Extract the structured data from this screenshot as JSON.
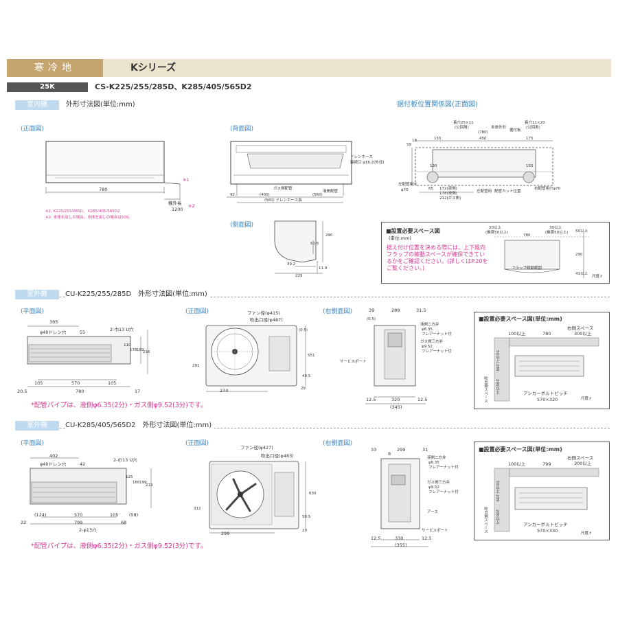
{
  "header": {
    "category_label": "寒冷地",
    "series_label": "Kシリーズ",
    "model_tag": "25K",
    "model_name": "CS-K225/255/285D、K285/405/565D2"
  },
  "indoor": {
    "tag": "室内機",
    "title": "外形寸法図(単位:mm)",
    "bracket_title": "据付板位置関係図(正面図)",
    "front": {
      "label": "(正面図)",
      "width": "780",
      "mark1": "※1",
      "mark2": "※2",
      "cord_label": "機外長",
      "cord_length": "1200",
      "footnote1": "※1: K225/255/285D、 K285/405/565D2",
      "footnote2": "※2: 本体右出しの場合。本体左出しの場合は500。"
    },
    "back": {
      "label": "(背面図)",
      "drain_hose": "ドレンホース",
      "drain_port": "接続口 φ16.2(外径)",
      "gas_pipe": "ガス側配管",
      "liquid_pipe": "液側配管",
      "drain_length": "(580) ドレンホース長",
      "dim_92": "92",
      "dim_400": "(400)",
      "dim_560": "(560)"
    },
    "side": {
      "label": "(側面図)",
      "dim_290": "290",
      "dim_51_6": "51.6",
      "dim_49_2": "49.2",
      "dim_11_9": "11.9",
      "dim_229": "229"
    },
    "bracket": {
      "hole_left": "長穴25×11",
      "hole_left_note": "(公回用)",
      "dim_780_paren": "(780)",
      "body_outline": "本体外形",
      "mount_plate": "据付板",
      "hole_right": "長穴11×20",
      "hole_right_note": "(公回用)",
      "dim_155_l": "155",
      "dim_450": "450",
      "dim_175": "175",
      "dim_59": "59",
      "dim_18": "18",
      "dim_130": "130",
      "dim_155_r": "155",
      "left_pipe_hole": "左配管用穴",
      "left_pipe_phi": "φ70",
      "dim_65": "65",
      "dim_172": "172(液側)",
      "dim_178": "178(液側)",
      "dim_212": "212(ガス側)",
      "left_pipe_label": "左配管用",
      "cut_position": "配管カット位置",
      "right_pipe_hole": "右配管用穴φ70"
    },
    "space": {
      "title": "■設置必要スペース図",
      "unit": "(単位:mm)",
      "note": "据え付け位置を決める際には、上下風向フラップの稼動スペースが確保できているかをご確認ください。(詳しくはP.20をご覧ください。)",
      "left_gap": "20以上",
      "left_gap_note": "(推奨50以上)",
      "width": "780",
      "right_gap": "30以上",
      "right_gap_note": "(推奨50以上)",
      "top_gap": "50以上",
      "height": "290",
      "bottom_gap": "41以上",
      "flap_range": "フラップ稼動範囲",
      "scale": "尺度:f"
    }
  },
  "outdoor1": {
    "tag": "室外機",
    "title": "CU-K225/255/285D　外形寸法図(単位:mm)",
    "plan": {
      "label": "(平面図)",
      "dim_395": "395",
      "drain_hole": "φ40ドレン穴",
      "dim_55": "55",
      "u_holes": "2-巾13 U穴",
      "dim_110": "110",
      "dim_178": "178",
      "dim_189": "189",
      "dim_216": "216",
      "dim_105_l": "105",
      "dim_570": "570",
      "dim_105_r": "105",
      "dim_20_5": "20.5",
      "dim_780": "780",
      "dim_17": "17"
    },
    "front": {
      "label": "(正面図)",
      "fan_dia": "ファン径(φ415)",
      "outlet_dia": "吹出口径(φ487)",
      "dim_0_5": "(0.5)",
      "dim_551": "551",
      "dim_291": "291",
      "dim_274": "274",
      "dim_29": "29",
      "dim_49_5": "49.5"
    },
    "right": {
      "label": "(右側面図)",
      "dim_39": "39",
      "dim_289": "289",
      "dim_31_5": "31.5",
      "dim_0_5": "(0.5)",
      "liquid_valve": "液側二方弁",
      "liquid_size": "φ6.35",
      "flare_nut1": "フレアーナット付",
      "gas_valve": "ガス側三方弁",
      "gas_size": "φ9.52",
      "flare_nut2": "フレアーナット付",
      "service_port": "サービスポート",
      "dim_12_5_l": "12.5",
      "dim_320": "320",
      "dim_12_5_r": "12.5",
      "dim_345": "(345)"
    },
    "space": {
      "title": "■設置必要スペース図(単位:mm)",
      "right_space": "右側スペース",
      "right_gap": "300以上",
      "left_gap": "100以上",
      "width": "780",
      "top_gap": "50以上",
      "depth": "289",
      "front_gap": "200以上",
      "outlet_space": "吹出側スペース",
      "anchor": "アンカーボルトピッチ",
      "anchor_pitch": "570×320",
      "scale": "尺度:f"
    },
    "note": "*配管パイプは、液側φ6.35(2分)・ガス側φ9.52(3分)です。"
  },
  "outdoor2": {
    "tag": "室外機",
    "title": "CU-K285/405/565D2　外形寸法図(単位:mm)",
    "plan": {
      "label": "(平面図)",
      "dim_402": "402",
      "drain_hole": "φ40ドレン穴",
      "dim_42": "42",
      "u_holes": "2-巾13 U穴",
      "dim_125": "125",
      "dim_166": "166",
      "dim_199": "199",
      "dim_219": "219",
      "dim_124": "(124)",
      "dim_570": "570",
      "dim_105": "105",
      "dim_58": "(58)",
      "dim_22": "22",
      "dim_799": "799",
      "dim_68": "68",
      "round_holes": "2-φ13穴"
    },
    "front": {
      "label": "(正面図)",
      "fan_dia": "ファン径(φ427)",
      "outlet_dia": "吹出口径(φ483)",
      "dim_630": "630",
      "dim_312": "312",
      "dim_299": "299",
      "dim_29": "29",
      "dim_59_5": "59.5"
    },
    "right": {
      "label": "(右側面図)",
      "dim_33": "33",
      "dim_8": "8",
      "dim_299": "299",
      "dim_31": "31",
      "liquid_valve": "液側二方弁",
      "liquid_size": "φ6.35",
      "flare_nut1": "フレアーナット付",
      "gas_valve": "ガス側三方弁",
      "gas_size": "φ9.52",
      "flare_nut2": "フレアーナット付",
      "earth": "アース",
      "service_port": "サービスポート",
      "dim_12_5_l": "12.5",
      "dim_330": "330",
      "dim_12_5_r": "12.5",
      "dim_355": "(355)"
    },
    "space": {
      "title": "■設置必要スペース図(単位:mm)",
      "right_space": "右側スペース",
      "right_gap": "300以上",
      "left_gap": "100以上",
      "width": "799",
      "top_gap": "50以上",
      "depth": "299",
      "front_gap": "200以上",
      "outlet_space": "吹出側スペース",
      "anchor": "アンカーボルトピッチ",
      "anchor_pitch": "570×330",
      "scale": "尺度:f"
    },
    "note": "*配管パイプは、液側φ6.35(2分)・ガス側φ9.52(3分)です。"
  },
  "colors": {
    "header_band": "#ede4cf",
    "header_tag": "#c5a46e",
    "section_tag": "#bfd9ee",
    "view_label": "#3e86c2",
    "note_pink": "#d4378f"
  }
}
